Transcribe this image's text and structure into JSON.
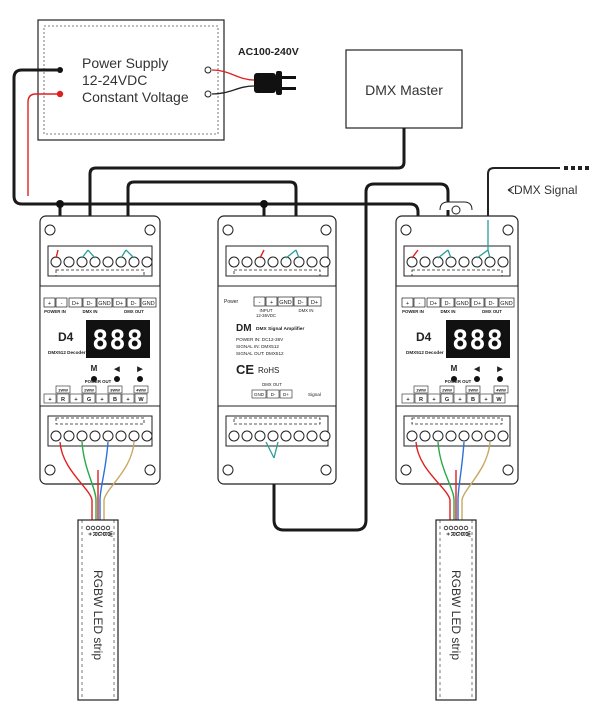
{
  "power_supply": {
    "line1": "Power Supply",
    "line2": "12-24VDC",
    "line3": "Constant Voltage",
    "ac_label": "AC100-240V"
  },
  "dmx_master": {
    "label": "DMX Master"
  },
  "dmx_signal": {
    "label": "DMX Signal"
  },
  "decoder": {
    "model": "D4",
    "name": "DMX512 Decoder",
    "top_terminals": [
      "+",
      "-",
      "D+",
      "D-",
      "GND",
      "D+",
      "D-",
      "GND"
    ],
    "power_in": "POWER IN",
    "dmx_in": "DMX IN",
    "dmx_out": "DMX OUT",
    "display": "888",
    "btn_m": "M",
    "btn_left": "◀",
    "btn_right": "▶",
    "power_out": "POWER OUT",
    "channel_labels": [
      "1WW",
      "2WW",
      "3WW",
      "4WW"
    ],
    "bottom_terminals": [
      "+",
      "R",
      "+",
      "G",
      "+",
      "B",
      "+",
      "W"
    ]
  },
  "amplifier": {
    "power": "Power",
    "top_terminals": [
      "-",
      "+",
      "GND",
      "D-",
      "D+"
    ],
    "input": "INPUT",
    "input_v": "12-36VDC",
    "dmx_in": "DMX IN",
    "model": "DM",
    "name": "DMX Signal Amplifier",
    "spec1": "POWER IN: DC12-36V",
    "spec2": "SIGNAL IN: DMX512",
    "spec3": "SIGNAL OUT: DMX512",
    "ce": "CE",
    "rohs": "RoHS",
    "dmx_out": "DMX OUT",
    "bottom_terminals": [
      "GND",
      "D-",
      "D+"
    ],
    "signal": "Signal"
  },
  "strip": {
    "label": "RGBW LED strip",
    "pins": [
      "+",
      "R",
      "G",
      "B",
      "W"
    ]
  },
  "colors": {
    "line": "#1a1a1a",
    "red": "#e02020",
    "green": "#2aa84a",
    "blue": "#2a72d8",
    "white": "#c8c8c8",
    "teal": "#2a9d9a",
    "display": "#111111"
  }
}
